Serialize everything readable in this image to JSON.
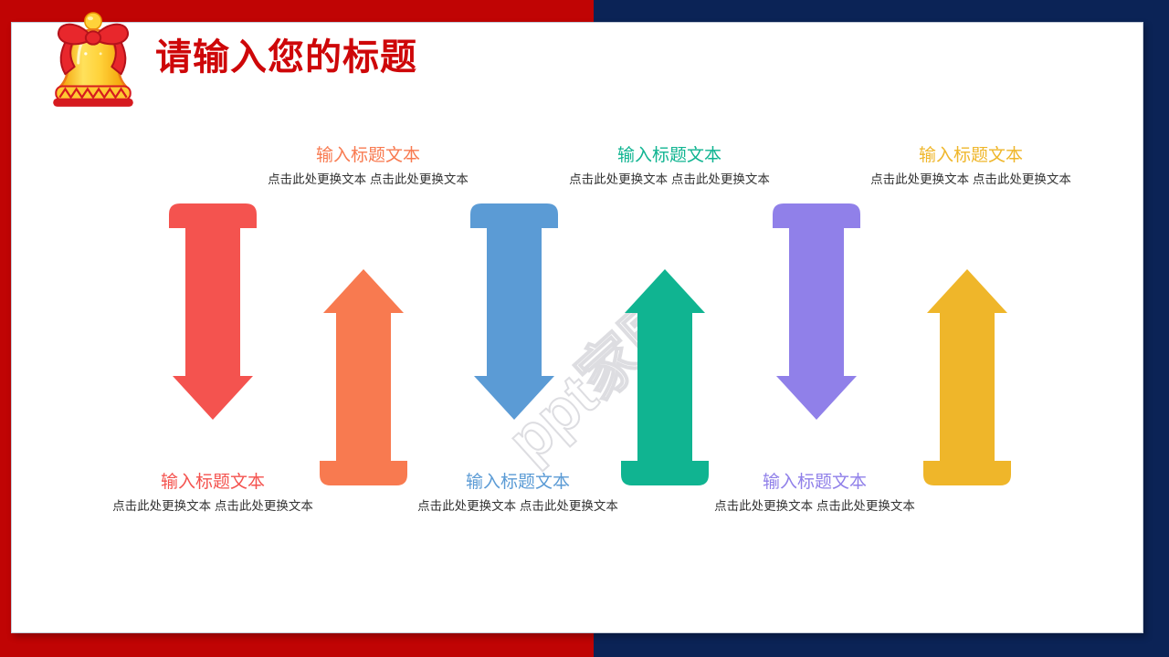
{
  "header": {
    "title": "请输入您的标题",
    "title_color": "#CE0709",
    "bell_icon": "bell-with-red-bow-icon"
  },
  "background": {
    "left_color": "#C00404",
    "right_color": "#0B2356",
    "panel_color": "#FFFFFF"
  },
  "watermark": {
    "text": "ppt家园"
  },
  "items": [
    {
      "direction": "down",
      "label_position": "bottom",
      "color": "#F4534F",
      "title": "输入标题文本",
      "subtitle": "点击此处更换文本 点击此处更换文本"
    },
    {
      "direction": "up",
      "label_position": "top",
      "color": "#F87A50",
      "title": "输入标题文本",
      "subtitle": "点击此处更换文本 点击此处更换文本"
    },
    {
      "direction": "down",
      "label_position": "bottom",
      "color": "#5B9BD5",
      "title": "输入标题文本",
      "subtitle": "点击此处更换文本 点击此处更换文本"
    },
    {
      "direction": "up",
      "label_position": "top",
      "color": "#10B491",
      "title": "输入标题文本",
      "subtitle": "点击此处更换文本 点击此处更换文本"
    },
    {
      "direction": "down",
      "label_position": "bottom",
      "color": "#9080E9",
      "title": "输入标题文本",
      "subtitle": "点击此处更换文本 点击此处更换文本"
    },
    {
      "direction": "up",
      "label_position": "top",
      "color": "#EFB62A",
      "title": "输入标题文本",
      "subtitle": "点击此处更换文本 点击此处更换文本"
    }
  ]
}
